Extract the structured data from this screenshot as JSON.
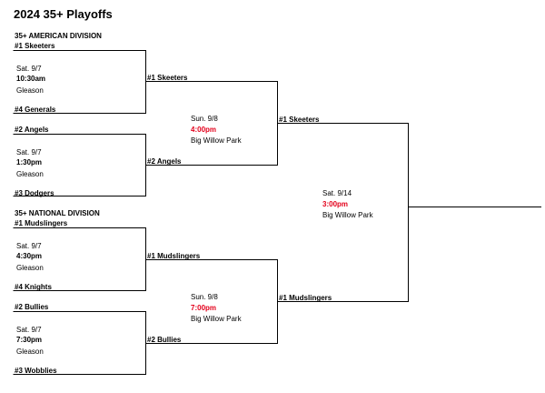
{
  "title": "2024 35+ Playoffs",
  "american": {
    "heading": "35+ AMERICAN DIVISION",
    "game1": {
      "team1": "#1 Skeeters",
      "team2": "#4 Generals",
      "date": "Sat. 9/7",
      "time": "10:30am",
      "venue": "Gleason",
      "winner": "#1 Skeeters"
    },
    "game2": {
      "team1": "#2 Angels",
      "team2": "#3 Dodgers",
      "date": "Sat. 9/7",
      "time": "1:30pm",
      "venue": "Gleason",
      "winner": "#2 Angels"
    },
    "semi": {
      "date": "Sun. 9/8",
      "time": "4:00pm",
      "venue": "Big Willow Park",
      "winner": "#1 Skeeters"
    }
  },
  "national": {
    "heading": "35+ NATIONAL DIVISION",
    "game1": {
      "team1": "#1 Mudslingers",
      "team2": "#4 Knights",
      "date": "Sat. 9/7",
      "time": "4:30pm",
      "venue": "Gleason",
      "winner": "#1 Mudslingers"
    },
    "game2": {
      "team1": "#2 Bullies",
      "team2": "#3 Wobblies",
      "date": "Sat. 9/7",
      "time": "7:30pm",
      "venue": "Gleason",
      "winner": "#2 Bullies"
    },
    "semi": {
      "date": "Sun. 9/8",
      "time": "7:00pm",
      "venue": "Big Willow Park",
      "winner": "#1 Mudslingers"
    }
  },
  "final": {
    "date": "Sat. 9/14",
    "time": "3:00pm",
    "venue": "Big Willow Park"
  },
  "colors": {
    "line": "#000000",
    "highlight_time": "#e3001b"
  }
}
